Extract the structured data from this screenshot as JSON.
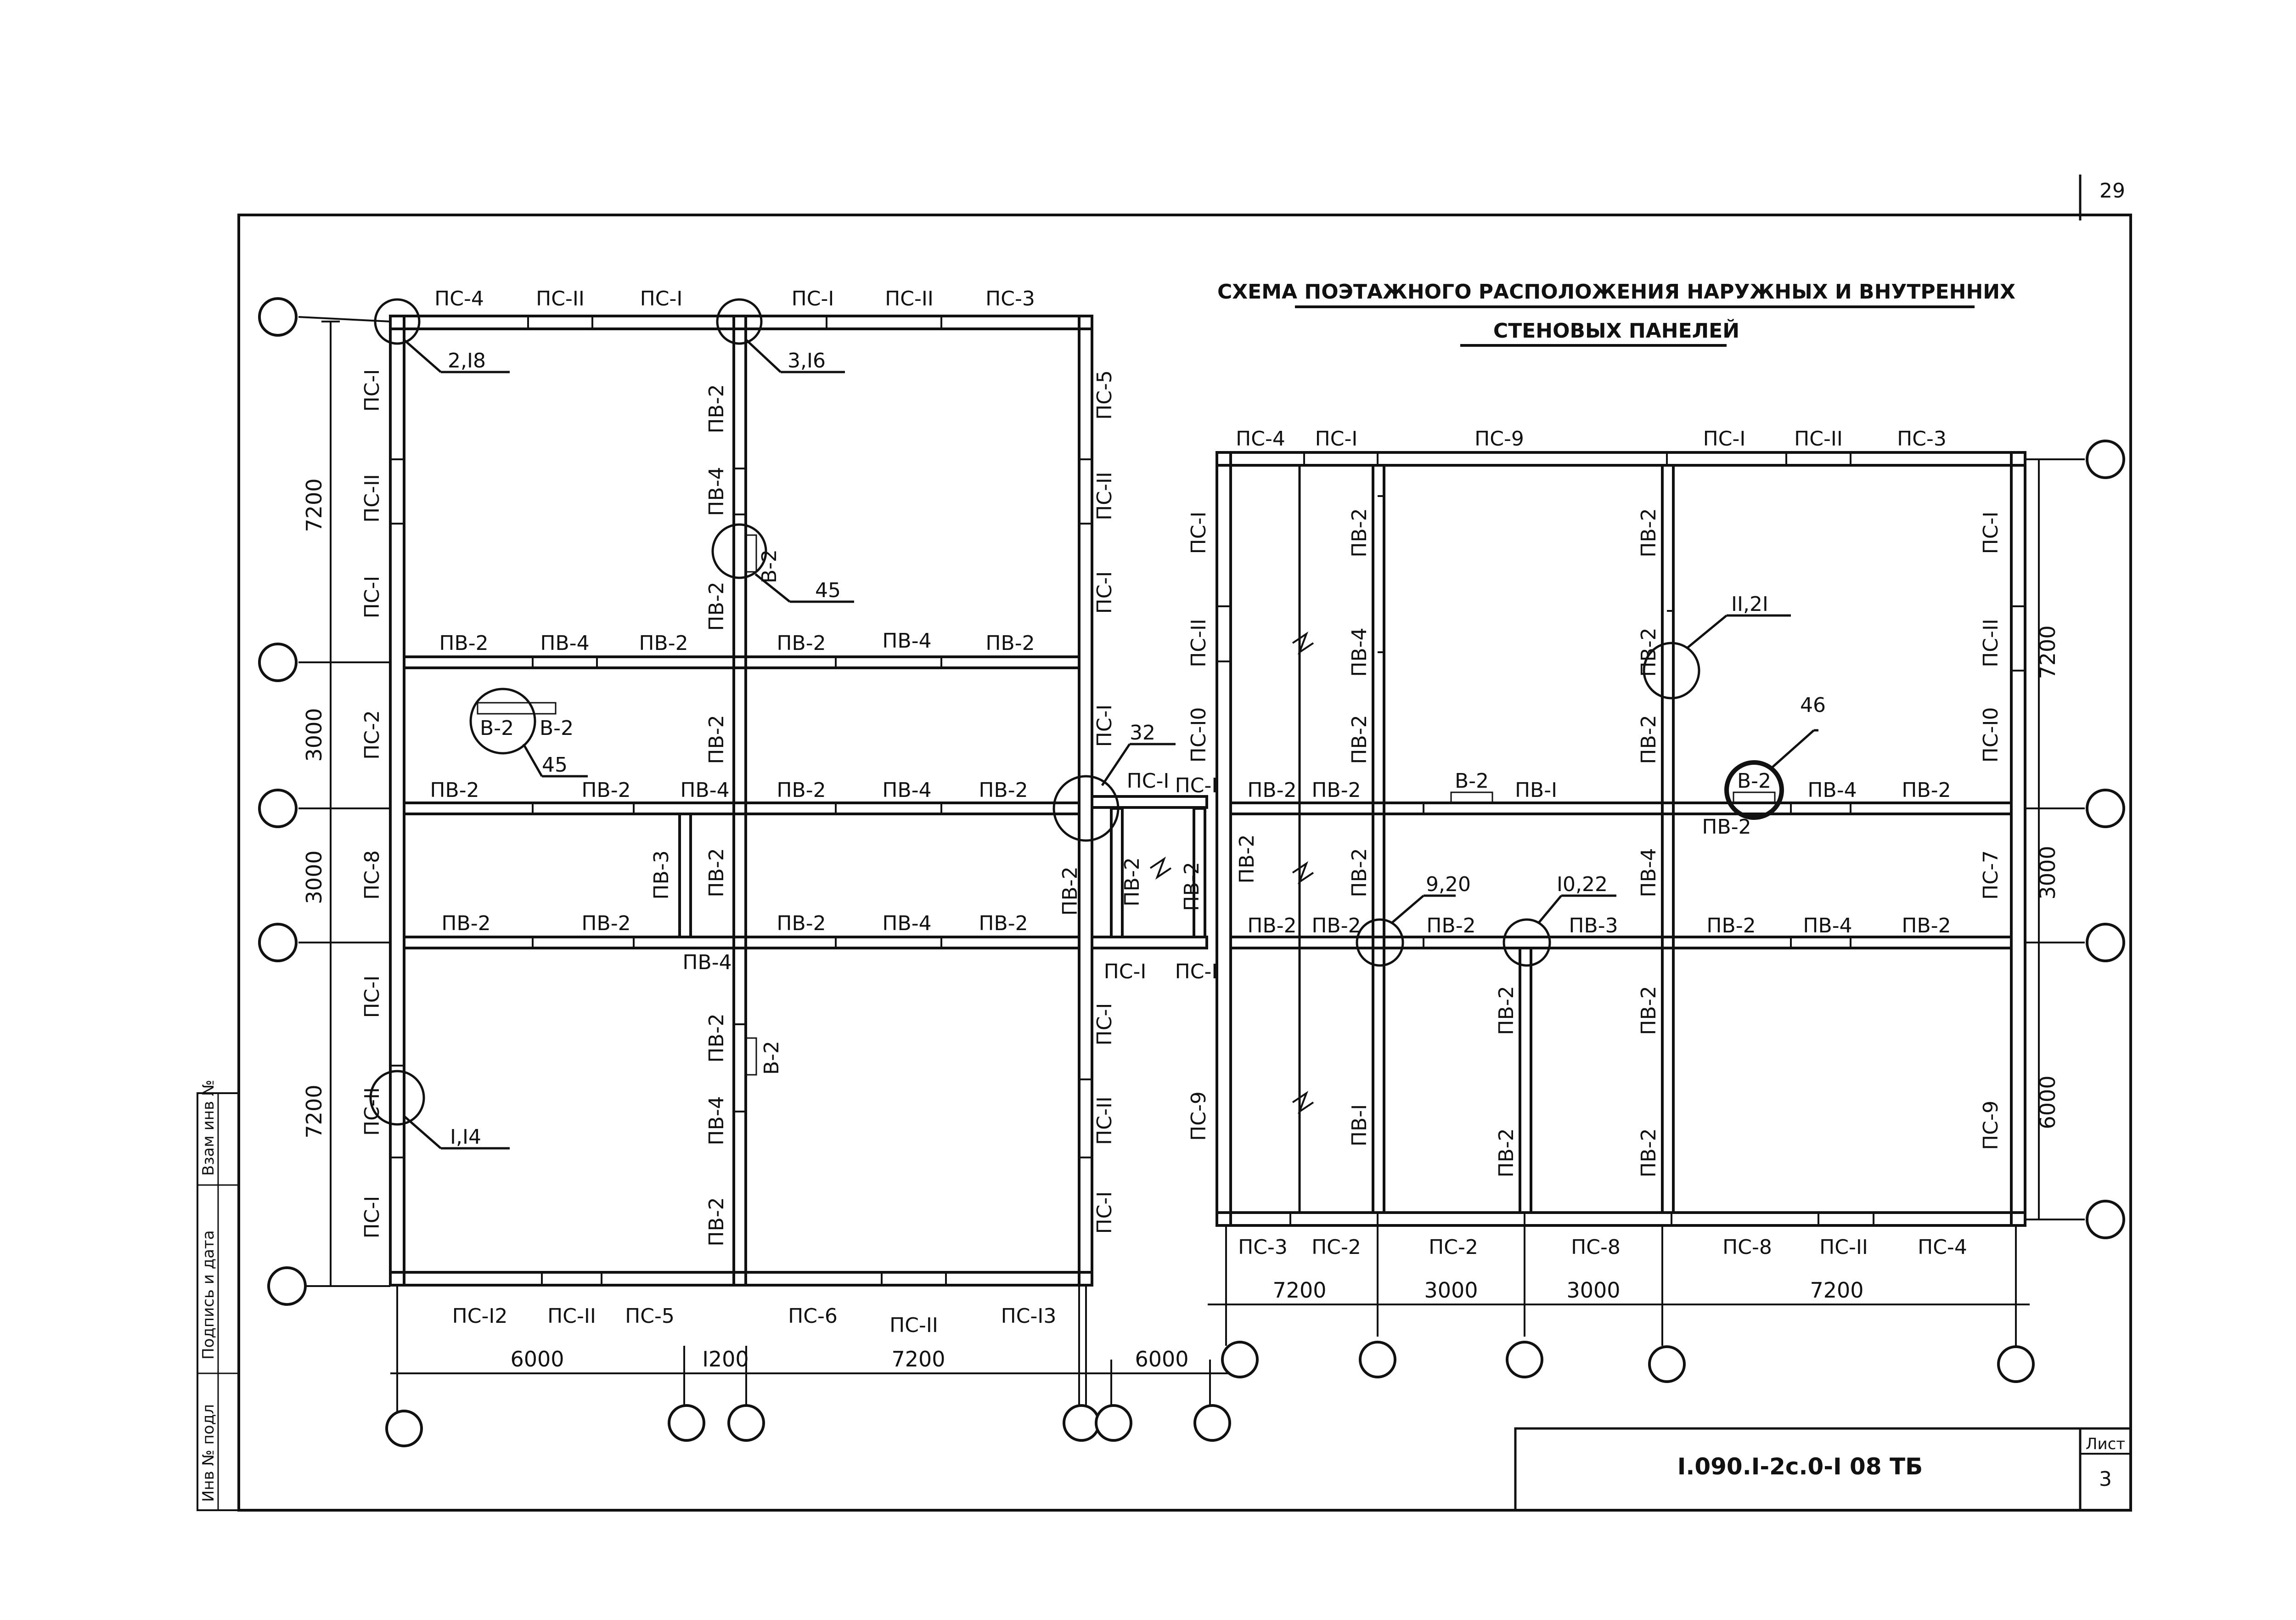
{
  "page_number": "29",
  "title": {
    "line1": "СХЕМА ПОЭТАЖНОГО РАСПОЛОЖЕНИЯ НАРУЖНЫХ И ВНУТРЕННИХ",
    "line2": "СТЕНОВЫХ ПАНЕЛЕЙ"
  },
  "title_block": {
    "code": "I.090.I-2с.0-I 08 ТБ",
    "sheet_label": "Лист",
    "sheet_number": "3"
  },
  "side_stamp": [
    "Инв № подл",
    "Подпись и дата",
    "Взам инв №"
  ],
  "left_plan": {
    "top_panels": [
      "ПС-4",
      "ПС-II",
      "ПС-I",
      "ПС-I",
      "ПС-II",
      "ПС-3"
    ],
    "bottom_panels": [
      "ПС-I2",
      "ПС-II",
      "ПС-5",
      "ПС-6",
      "ПС-II",
      "ПС-I3"
    ],
    "left_panels": [
      "ПС-I",
      "ПС-II",
      "ПС-I",
      "ПС-2",
      "ПС-8",
      "ПС-I",
      "ПС-II",
      "ПС-I"
    ],
    "right_panels": [
      "ПС-5",
      "ПС-II",
      "ПС-I",
      "ПС-I",
      "ПС-I",
      "ПС-II",
      "ПС-I"
    ],
    "interior_v": [
      "ПВ-2",
      "ПВ-4",
      "ПВ-2",
      "ПВ-2",
      "ПВ-3",
      "ПВ-2",
      "ПВ-2",
      "ПВ-4",
      "ПВ-2"
    ],
    "row1": [
      "ПВ-2",
      "ПВ-4",
      "ПВ-2",
      "ПВ-2",
      "ПВ-4",
      "ПВ-2"
    ],
    "row2": [
      "ПВ-2",
      "ПВ-2",
      "ПВ-4",
      "ПВ-2",
      "ПВ-4",
      "ПВ-2"
    ],
    "row3": [
      "ПВ-2",
      "ПВ-2",
      "ПВ-4",
      "ПВ-2",
      "ПВ-4",
      "ПВ-2"
    ],
    "dims_left": [
      "7200",
      "3000",
      "3000",
      "7200"
    ],
    "dims_bottom": [
      "6000",
      "I200",
      "7200"
    ],
    "callouts": [
      "2,I8",
      "3,I6",
      "45",
      "45",
      "32",
      "I,I4"
    ],
    "blocks": [
      "В-2",
      "В-2",
      "В-2",
      "В-2"
    ]
  },
  "link": {
    "labels": [
      "ПС-I",
      "ПС-I",
      "ПС-I",
      "ПС-I"
    ],
    "v": [
      "ПВ-2",
      "ПВ-2",
      "ПВ-2"
    ],
    "dim": "6000"
  },
  "right_plan": {
    "top_panels": [
      "ПС-4",
      "ПС-I",
      "ПС-9",
      "ПС-I",
      "ПС-II",
      "ПС-3"
    ],
    "bottom_panels": [
      "ПС-3",
      "ПС-2",
      "ПС-2",
      "ПС-8",
      "ПС-8",
      "ПС-II",
      "ПС-4"
    ],
    "left_panels": [
      "ПС-I",
      "ПС-II",
      "ПС-I0",
      "ПС-9"
    ],
    "right_panels": [
      "ПС-I",
      "ПС-II",
      "ПС-I0",
      "ПС-7",
      "ПС-9"
    ],
    "interior_v": [
      "ПВ-2",
      "ПВ-4",
      "ПВ-2",
      "ПВ-2",
      "ПВ-2",
      "ПВ-I",
      "ПВ-2",
      "ПВ-2",
      "ПВ-2",
      "ПВ-4",
      "ПВ-2",
      "ПВ-2",
      "ПВ-2",
      "ПВ-2"
    ],
    "row_mid": [
      "ПВ-2",
      "ПВ-2",
      "ПВ-I",
      "ПВ-4",
      "ПВ-2",
      "ПВ-2"
    ],
    "row_low": [
      "ПВ-2",
      "ПВ-2",
      "ПВ-2",
      "ПВ-3",
      "ПВ-2",
      "ПВ-4",
      "ПВ-2"
    ],
    "dims_right": [
      "7200",
      "3000",
      "6000"
    ],
    "dims_bottom": [
      "7200",
      "3000",
      "3000",
      "7200"
    ],
    "callouts": [
      "II,2I",
      "46",
      "9,20",
      "I0,22"
    ],
    "blocks": [
      "В-2",
      "В-2"
    ]
  }
}
